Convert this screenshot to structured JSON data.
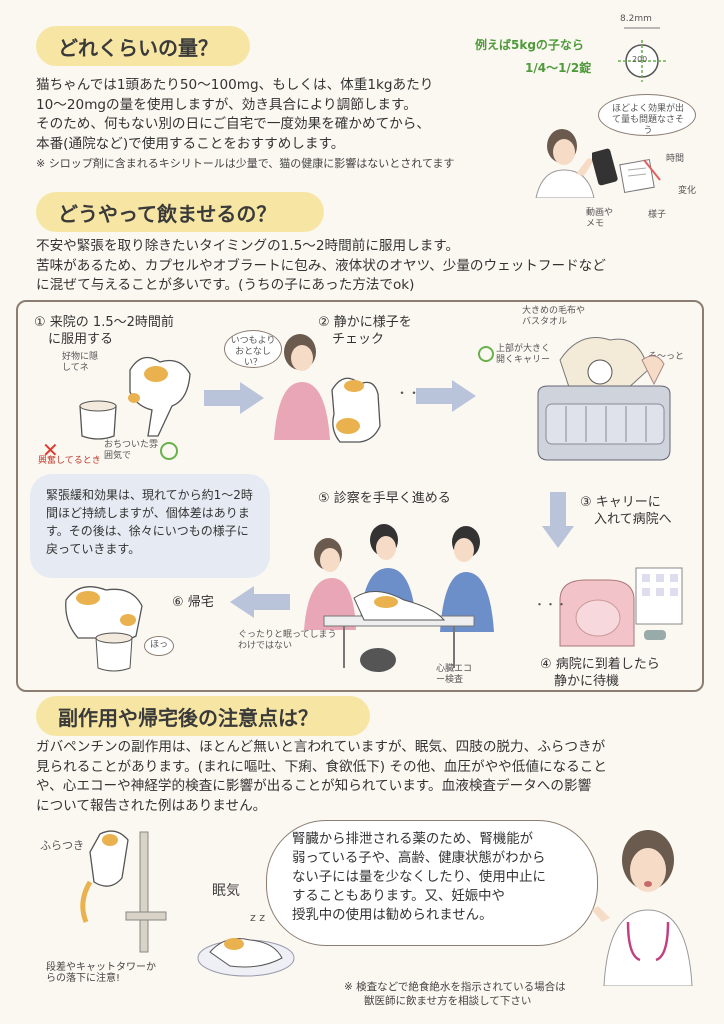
{
  "section1": {
    "title": "どれくらいの量？",
    "lines": [
      "猫ちゃんでは1頭あたり50〜100mg、もしくは、体重1kgあたり",
      "10〜20mgの量を使用しますが、効き具合により調節します。",
      "そのため、何もない別の日にご自宅で一度効果を確かめてから、",
      "本番(通院など)で使用することをおすすめします。"
    ],
    "note": "※ シロップ剤に含まれるキシリトールは少量で、猫の健康に影響はないとされてます",
    "handwriting_example": "例えば5kgの子なら",
    "handwriting_fraction": "1/4〜1/2錠",
    "pill_size": "8.2mm",
    "pill_mark": "200",
    "doctor_thought": "ほどよく効果が出て量も問題なさそう",
    "memo_labels": [
      "時間",
      "変化",
      "様子",
      "動画やメモ"
    ]
  },
  "section2": {
    "title": "どうやって飲ませるの？",
    "lines": [
      "不安や緊張を取り除きたいタイミングの1.5〜2時間前に服用します。",
      "苦味があるため、カプセルやオブラートに包み、液体状のオヤツ、少量のウェットフードなど",
      "に混ぜて与えることが多いです。(うちの子にあった方法でok)"
    ],
    "steps": {
      "s1_line1": "① 来院の 1.5〜2時間前",
      "s1_line2": "に服用する",
      "s2_line1": "② 静かに様子を",
      "s2_line2": "チェック",
      "s3_line1": "③ キャリーに",
      "s3_line2": "入れて病院へ",
      "s4_line1": "④ 病院に到着したら",
      "s4_line2": "静かに待機",
      "s5": "⑤ 診察を手早く進める",
      "s6": "⑥ 帰宅"
    },
    "hand": {
      "favorite": "好物に隠してネ",
      "excited": "興奮してるとき",
      "calm": "おちついた雰囲気で",
      "owner_thought": "いつもよりおとなしい？",
      "blanket": "大きめの毛布やバスタオル",
      "carrier": "上部が大きく開くキャリー",
      "sotto": "そ〜っと",
      "not_sleeping": "ぐったりと眠ってしまうわけではない",
      "echo": "心臓エコー検査",
      "hotto": "ほっ"
    },
    "duration_note": "緊張緩和効果は、現れてから約1〜2時間ほど持続しますが、個体差はあります。その後は、徐々にいつもの様子に戻っていきます。"
  },
  "section3": {
    "title": "副作用や帰宅後の注意点は？",
    "lines": [
      "ガバペンチンの副作用は、ほとんど無いと言われていますが、眠気、四肢の脱力、ふらつきが",
      "見られることがあります。(まれに嘔吐、下痢、食欲低下) その他、血圧がやや低値になること",
      "や、心エコーや神経学的検査に影響が出ることが知られています。血液検査データへの影響",
      "について報告された例はありません。"
    ],
    "fluffy": "ふらつき",
    "sleepy": "眠気",
    "zz": "z z",
    "fall_warning": "段差やキャットタワーからの落下に注意!",
    "doctor_speech": [
      "腎臓から排泄される薬のため、腎機能が",
      "弱っている子や、高齢、健康状態がわから",
      "ない子には量を少なくしたり、使用中止に",
      "することもあります。又、妊娠中や",
      "授乳中の使用は勧められません。"
    ],
    "footnote": [
      "※ 検査などで絶食絶水を指示されている場合は",
      "獣医師に飲ませ方を相談して下さい"
    ]
  }
}
